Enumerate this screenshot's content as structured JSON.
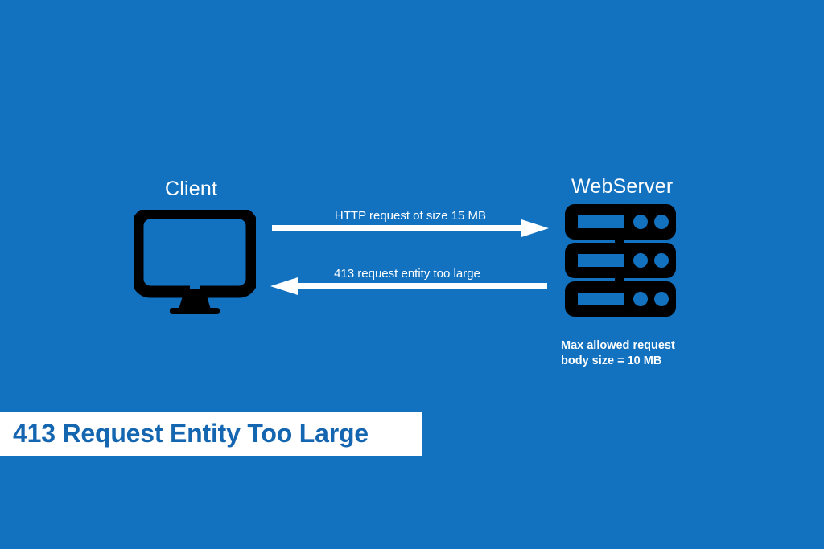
{
  "theme": {
    "background_color": "#1272c0",
    "icon_color": "#000000",
    "text_color": "#ffffff",
    "banner_background": "#ffffff",
    "banner_text_color": "#1566b0"
  },
  "diagram": {
    "client": {
      "label": "Client",
      "icon": "desktop-monitor-icon"
    },
    "server": {
      "label": "WebServer",
      "icon": "server-rack-icon",
      "note_line_1": "Max allowed request",
      "note_line_2": "body size = 10 MB"
    },
    "messages": [
      {
        "caption": "HTTP request of size 15 MB",
        "direction": "right",
        "from": "Client",
        "to": "WebServer"
      },
      {
        "caption": "413 request entity too large",
        "direction": "left",
        "from": "WebServer",
        "to": "Client"
      }
    ]
  },
  "banner": {
    "title": "413 Request Entity Too Large"
  }
}
